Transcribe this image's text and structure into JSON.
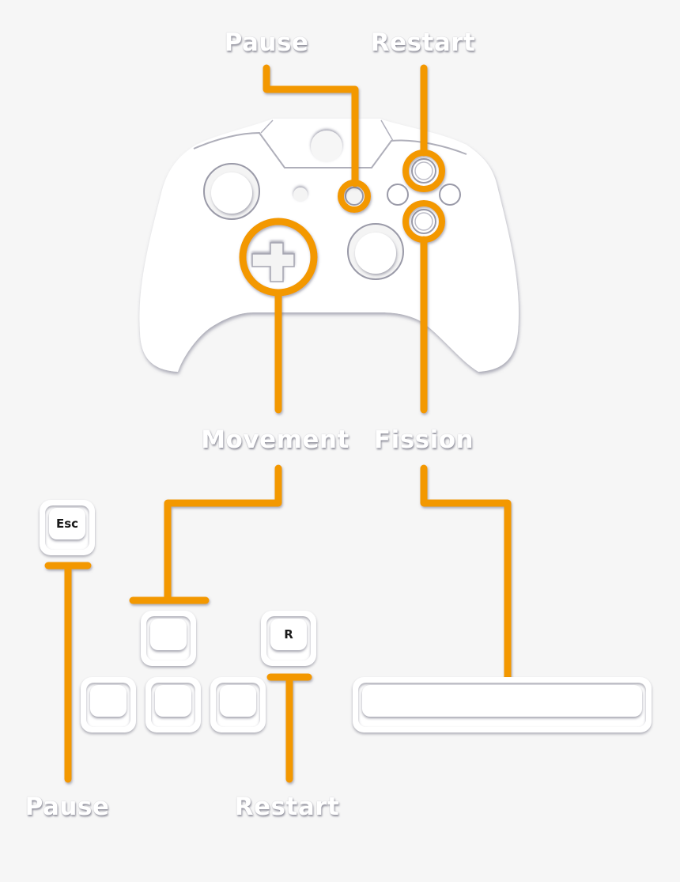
{
  "colors": {
    "background": "#f6f6f6",
    "accent": "#f39800",
    "controller": "#ffffff",
    "shadow": "#8a8a9a"
  },
  "controller": {
    "name": "gamepad",
    "callouts": [
      {
        "id": "pause",
        "label": "Pause",
        "target": "menu-button"
      },
      {
        "id": "restart",
        "label": "Restart",
        "target": "y-button"
      },
      {
        "id": "movement",
        "label": "Movement",
        "target": "d-pad"
      },
      {
        "id": "fission",
        "label": "Fission",
        "target": "a-button"
      }
    ]
  },
  "keyboard": {
    "keys": [
      {
        "id": "esc",
        "label": "Esc"
      },
      {
        "id": "up",
        "label": ""
      },
      {
        "id": "left",
        "label": ""
      },
      {
        "id": "down",
        "label": ""
      },
      {
        "id": "right",
        "label": ""
      },
      {
        "id": "r",
        "label": "R"
      },
      {
        "id": "space",
        "label": ""
      }
    ],
    "callouts": [
      {
        "id": "pause",
        "label": "Pause",
        "target": "esc"
      },
      {
        "id": "restart",
        "label": "Restart",
        "target": "r"
      }
    ]
  }
}
